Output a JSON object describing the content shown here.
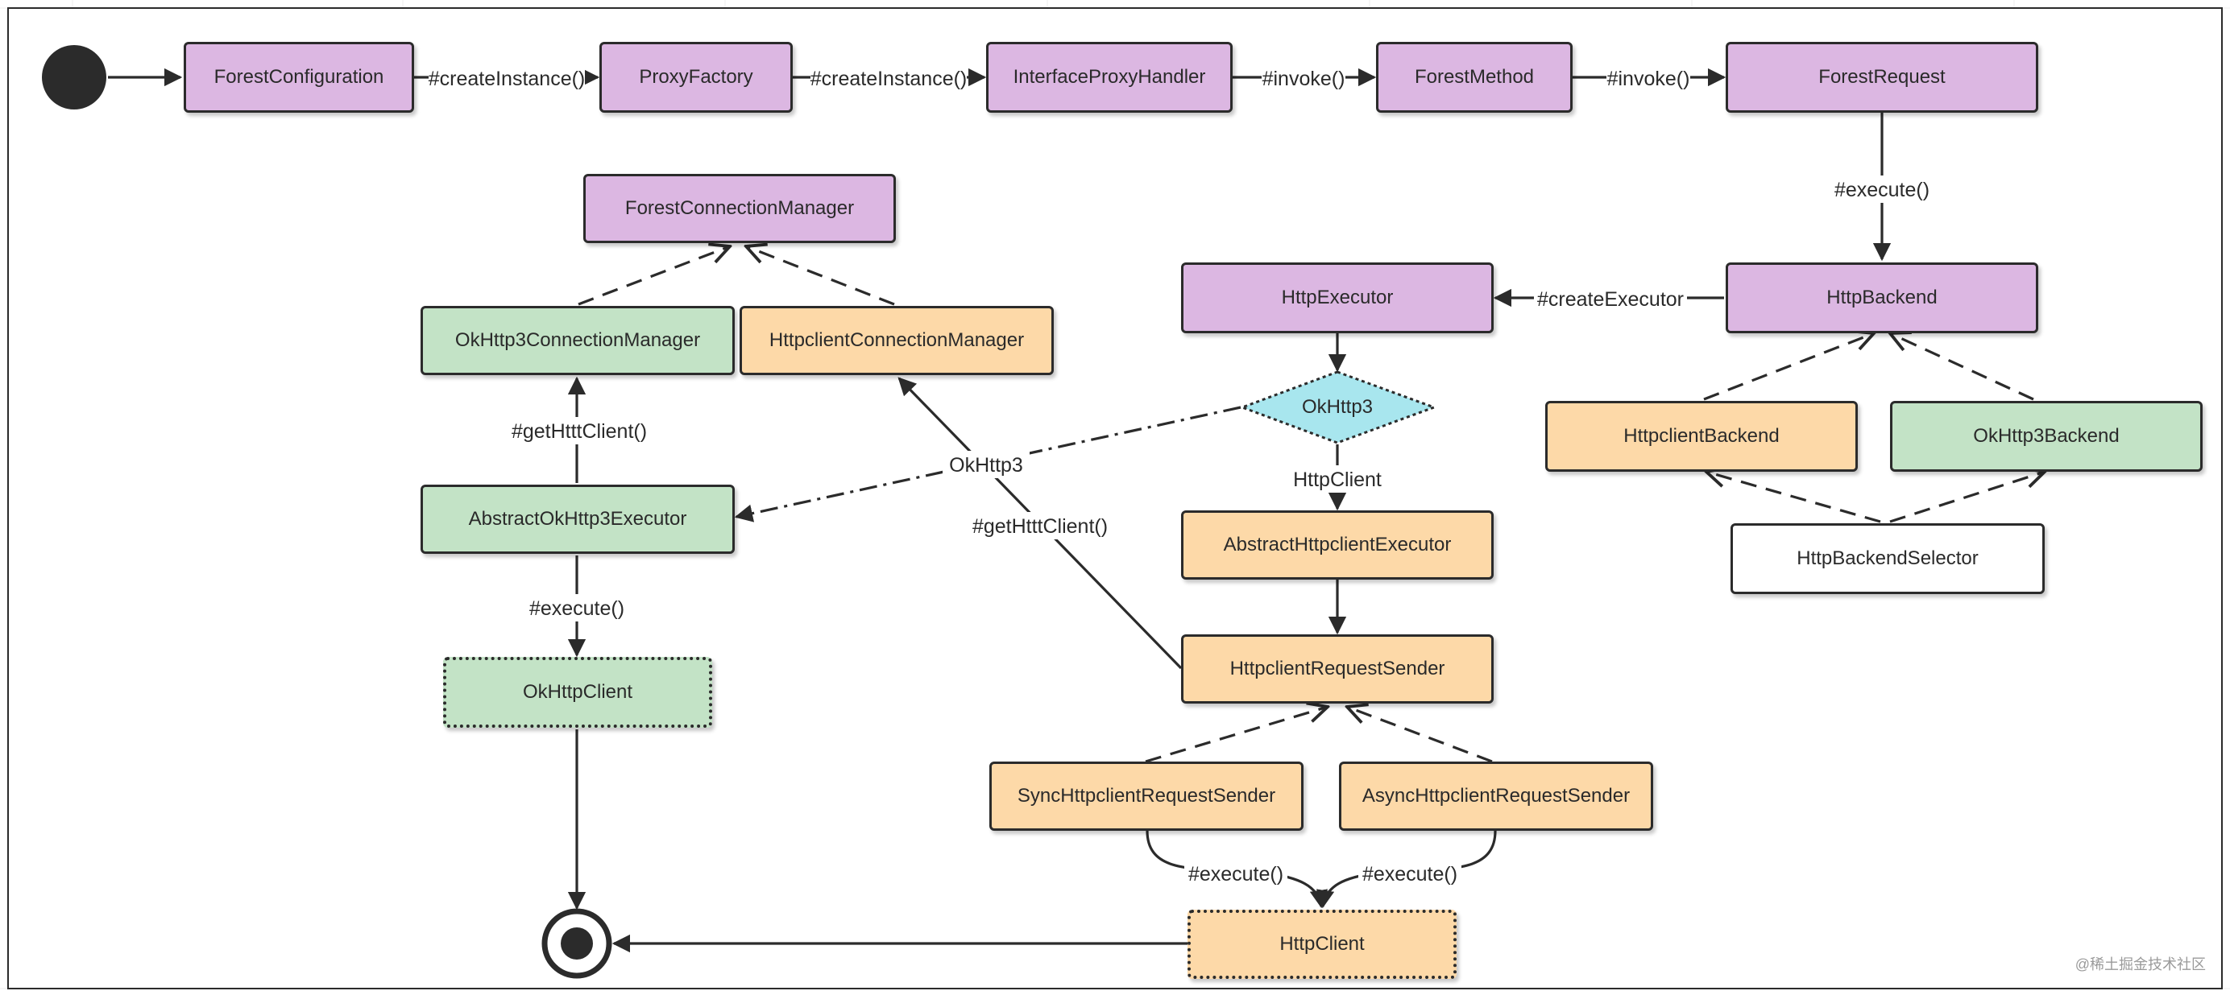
{
  "colors": {
    "purple_fill": "#dcb7e2",
    "green_fill": "#c3e3c6",
    "orange_fill": "#fdd9a8",
    "diamond_fill": "#a8e6ee",
    "stroke": "#2b2b2b"
  },
  "nodes": {
    "forest_configuration": "ForestConfiguration",
    "proxy_factory": "ProxyFactory",
    "interface_proxy_handler": "InterfaceProxyHandler",
    "forest_method": "ForestMethod",
    "forest_request": "ForestRequest",
    "http_backend": "HttpBackend",
    "httpclient_backend": "HttpclientBackend",
    "okhttp3_backend": "OkHttp3Backend",
    "http_backend_selector": "HttpBackendSelector",
    "http_executor": "HttpExecutor",
    "okhttp3_decision": "OkHttp3",
    "abstract_httpclient_executor": "AbstractHttpclientExecutor",
    "httpclient_request_sender": "HttpclientRequestSender",
    "sync_httpclient_request_sender": "SyncHttpclientRequestSender",
    "async_httpclient_request_sender": "AsyncHttpclientRequestSender",
    "httpclient": "HttpClient",
    "forest_connection_manager": "ForestConnectionManager",
    "okhttp3_connection_manager": "OkHttp3ConnectionManager",
    "httpclient_connection_manager": "HttpclientConnectionManager",
    "abstract_okhttp3_executor": "AbstractOkHttp3Executor",
    "okhttp_client": "OkHttpClient"
  },
  "edge_labels": {
    "create_instance_1": "#createInstance()",
    "create_instance_2": "#createInstance()",
    "invoke_1": "#invoke()",
    "invoke_2": "#invoke()",
    "execute_request": "#execute()",
    "create_executor": "#createExecutor",
    "branch_httpclient": "HttpClient",
    "branch_okhttp3": "OkHttp3",
    "get_client_okhttp3": "#getHtttClient()",
    "get_client_httpclient": "#getHtttClient()",
    "execute_okhttp": "#execute()",
    "execute_sync": "#execute()",
    "execute_async": "#execute()"
  },
  "watermark": "@稀土掘金技术社区"
}
